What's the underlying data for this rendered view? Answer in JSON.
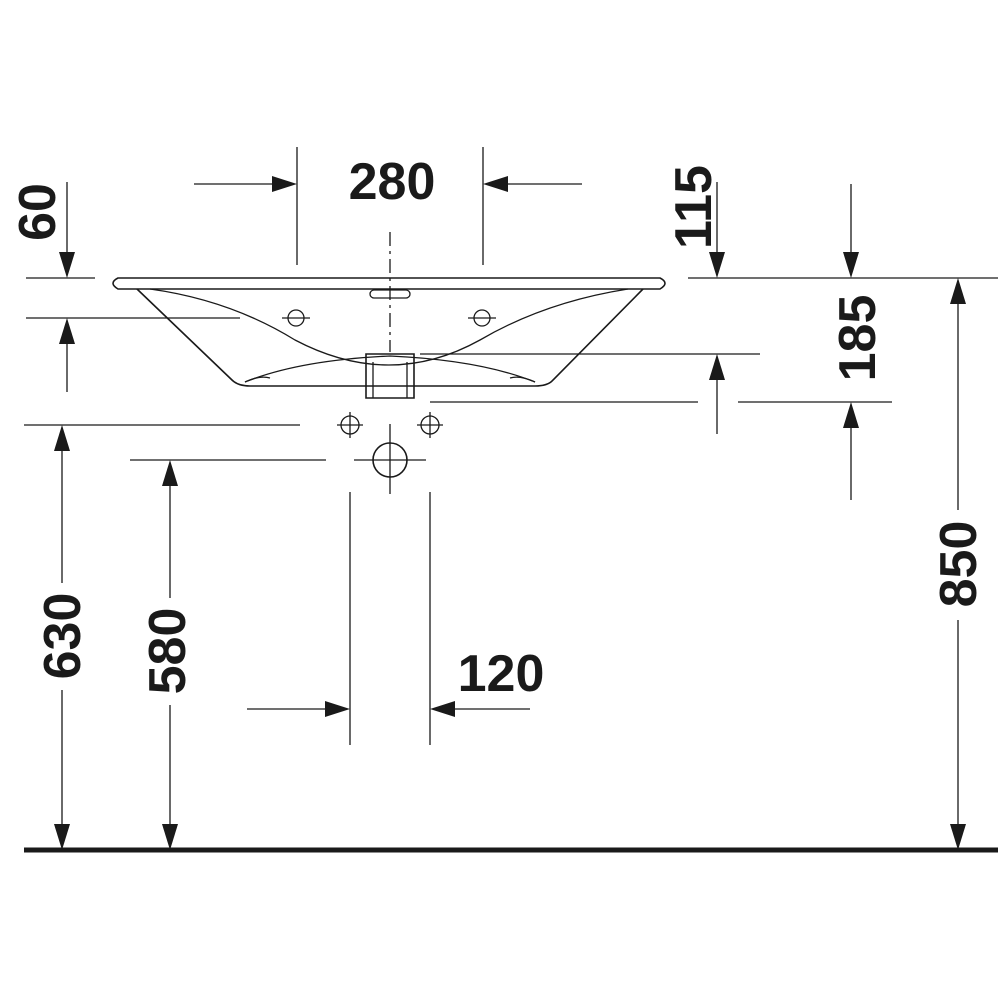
{
  "dimensions": {
    "top_offset": "60",
    "tap_spacing": "280",
    "rim_to_tap": "115",
    "basin_depth": "185",
    "inlet_height": "630",
    "waste_height": "580",
    "waste_spacing": "120",
    "rim_height": "850"
  }
}
